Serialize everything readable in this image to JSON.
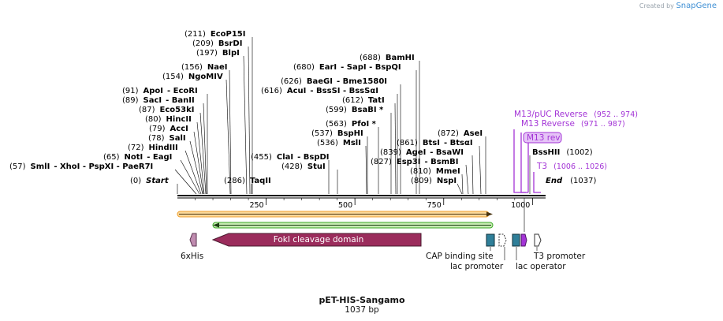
{
  "app": {
    "brand_prefix": "Created by",
    "brand_name": "SnapGene"
  },
  "plasmid": {
    "name": "pET-HIS-Sangamo",
    "length": "1037 bp"
  },
  "axis": {
    "ticks": [
      {
        "value": 250,
        "label": "250"
      },
      {
        "value": 500,
        "label": "500"
      },
      {
        "value": 750,
        "label": "750"
      },
      {
        "value": 1000,
        "label": "1000"
      }
    ]
  },
  "sites": [
    {
      "pos": "(211)",
      "name": "EcoP15I"
    },
    {
      "pos": "(209)",
      "name": "BsrDI"
    },
    {
      "pos": "(197)",
      "name": "BlpI"
    },
    {
      "pos": "(156)",
      "name": "NaeI"
    },
    {
      "pos": "(154)",
      "name": "NgoMIV"
    },
    {
      "pos": "(91)",
      "name": "ApoI",
      "extra": "-  EcoRI"
    },
    {
      "pos": "(89)",
      "name": "SacI",
      "extra": "-  BanII"
    },
    {
      "pos": "(87)",
      "name": "Eco53kI"
    },
    {
      "pos": "(80)",
      "name": "HincII"
    },
    {
      "pos": "(79)",
      "name": "AccI"
    },
    {
      "pos": "(78)",
      "name": "SalI"
    },
    {
      "pos": "(72)",
      "name": "HindIII"
    },
    {
      "pos": "(65)",
      "name": "NotI",
      "extra": "-  EagI"
    },
    {
      "pos": "(57)",
      "name": "SmlI",
      "extra": "-  XhoI   -  PspXI   -  PaeR7I"
    },
    {
      "pos": "(0)",
      "name": "Start"
    },
    {
      "pos": "(286)",
      "name": "TaqII"
    },
    {
      "pos": "(455)",
      "name": "ClaI",
      "extra": "-  BspDI"
    },
    {
      "pos": "(428)",
      "name": "StuI"
    },
    {
      "pos": "(688)",
      "name": "BamHI"
    },
    {
      "pos": "(680)",
      "name": "EarI",
      "extra": "-  SapI   -  BspQI"
    },
    {
      "pos": "(626)",
      "name": "BaeGI",
      "extra": "-  Bme1580I"
    },
    {
      "pos": "(616)",
      "name": "AcuI",
      "extra": "-  BssSI   -  BssSαI"
    },
    {
      "pos": "(612)",
      "name": "TatI"
    },
    {
      "pos": "(599)",
      "name": "BsaBI *"
    },
    {
      "pos": "(563)",
      "name": "PfoI *"
    },
    {
      "pos": "(537)",
      "name": "BspHI"
    },
    {
      "pos": "(536)",
      "name": "MslI"
    },
    {
      "pos": "(872)",
      "name": "AseI"
    },
    {
      "pos": "(861)",
      "name": "BtsI",
      "extra": "-  BtsαI"
    },
    {
      "pos": "(839)",
      "name": "AgeI",
      "extra": "-  BsaWI"
    },
    {
      "pos": "(827)",
      "name": "Esp3I",
      "extra": "-  BsmBI"
    },
    {
      "pos": "(810)",
      "name": "MmeI"
    },
    {
      "pos": "(809)",
      "name": "NspI"
    },
    {
      "pos": "(1002)",
      "name": "BssHII"
    },
    {
      "pos": "(1037)",
      "name": "End"
    }
  ],
  "features": {
    "his_tag": "6xHis",
    "foki": "FokI cleavage domain",
    "cap": "CAP binding site",
    "lac_promoter": "lac promoter",
    "lac_operator": "lac operator",
    "t3_promoter": "T3 promoter",
    "m13_puc_reverse": {
      "name": "M13/pUC Reverse",
      "range": "(952 .. 974)"
    },
    "m13_reverse": {
      "name": "M13 Reverse",
      "range": "(971 .. 987)"
    },
    "m13_rev": "M13 rev",
    "t3": {
      "name": "T3",
      "range": "(1006 .. 1026)"
    }
  },
  "colors": {
    "backbone": "#000000",
    "orf_orange": "#f0a030",
    "orf_green": "#3caa28",
    "foki": "#9b2c5c",
    "his": "#c08cb0",
    "cap": "#2f7f99",
    "lac_operator": "#2f7f99",
    "purple": "#a334d6"
  }
}
